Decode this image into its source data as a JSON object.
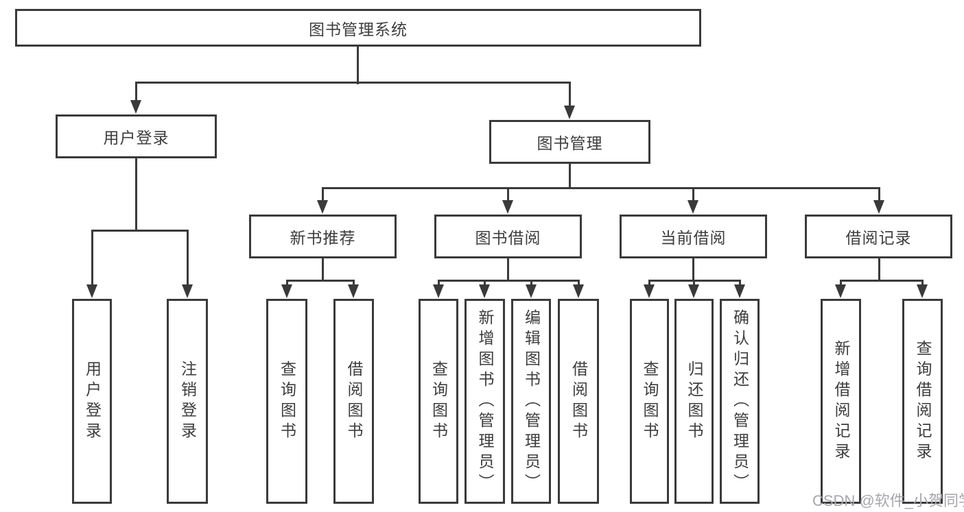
{
  "diagram_title": "图书管理系统",
  "tree": {
    "label": "图书管理系统",
    "children": [
      {
        "label": "用户登录",
        "children": [
          {
            "label": "用户登录"
          },
          {
            "label": "注销登录"
          }
        ]
      },
      {
        "label": "图书管理",
        "children": [
          {
            "label": "新书推荐",
            "children": [
              {
                "label": "查询图书"
              },
              {
                "label": "借阅图书"
              }
            ]
          },
          {
            "label": "图书借阅",
            "children": [
              {
                "label": "查询图书"
              },
              {
                "label": "新增图书（管理员）"
              },
              {
                "label": "编辑图书（管理员）"
              },
              {
                "label": "借阅图书"
              }
            ]
          },
          {
            "label": "当前借阅",
            "children": [
              {
                "label": "查询图书"
              },
              {
                "label": "归还图书"
              },
              {
                "label": "确认归还（管理员）"
              }
            ]
          },
          {
            "label": "借阅记录",
            "children": [
              {
                "label": "新增借阅记录"
              },
              {
                "label": "查询借阅记录"
              }
            ]
          }
        ]
      }
    ]
  },
  "watermark": "CSDN @软件_小贺同学",
  "colors": {
    "line": "#3a3a3a",
    "text": "#3d3d3d",
    "background": "#ffffff",
    "watermark": "#a6a6ae"
  }
}
